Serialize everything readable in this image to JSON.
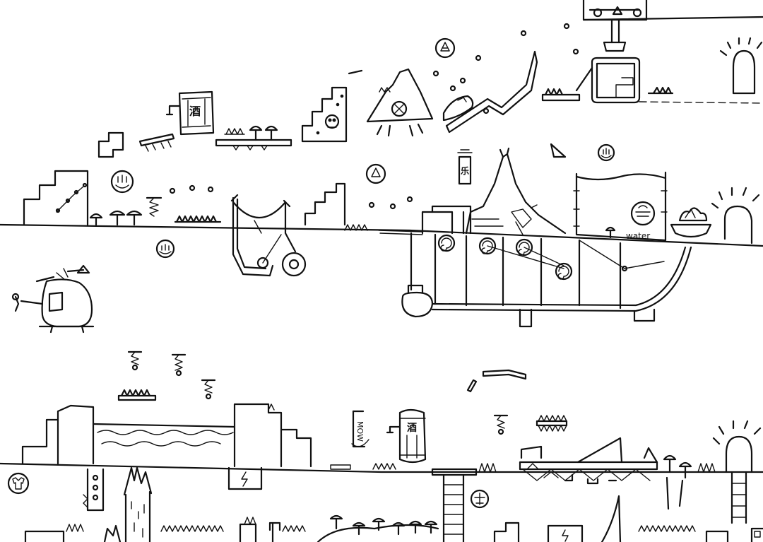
{
  "level_sketch": {
    "labels": {
      "wine_barrel_upper": "酒",
      "wine_barrel_lower": "酒",
      "water_tank": "water",
      "small_can": "乐",
      "rope_coil_sign": "MOW"
    },
    "icon_names": {
      "water_token": "water-token-icon",
      "fire_token": "fire-token-icon",
      "lightning_block": "lightning-block-icon",
      "shirt_token": "shirt-token-icon",
      "cross_token": "cross-token-icon",
      "sun_door": "sun-door-icon",
      "skull": "skull-icon",
      "helicopter": "helicopter-icon",
      "cable_car": "cable-car-icon"
    },
    "ink_color": "#111111",
    "paper_color": "#ffffff"
  }
}
